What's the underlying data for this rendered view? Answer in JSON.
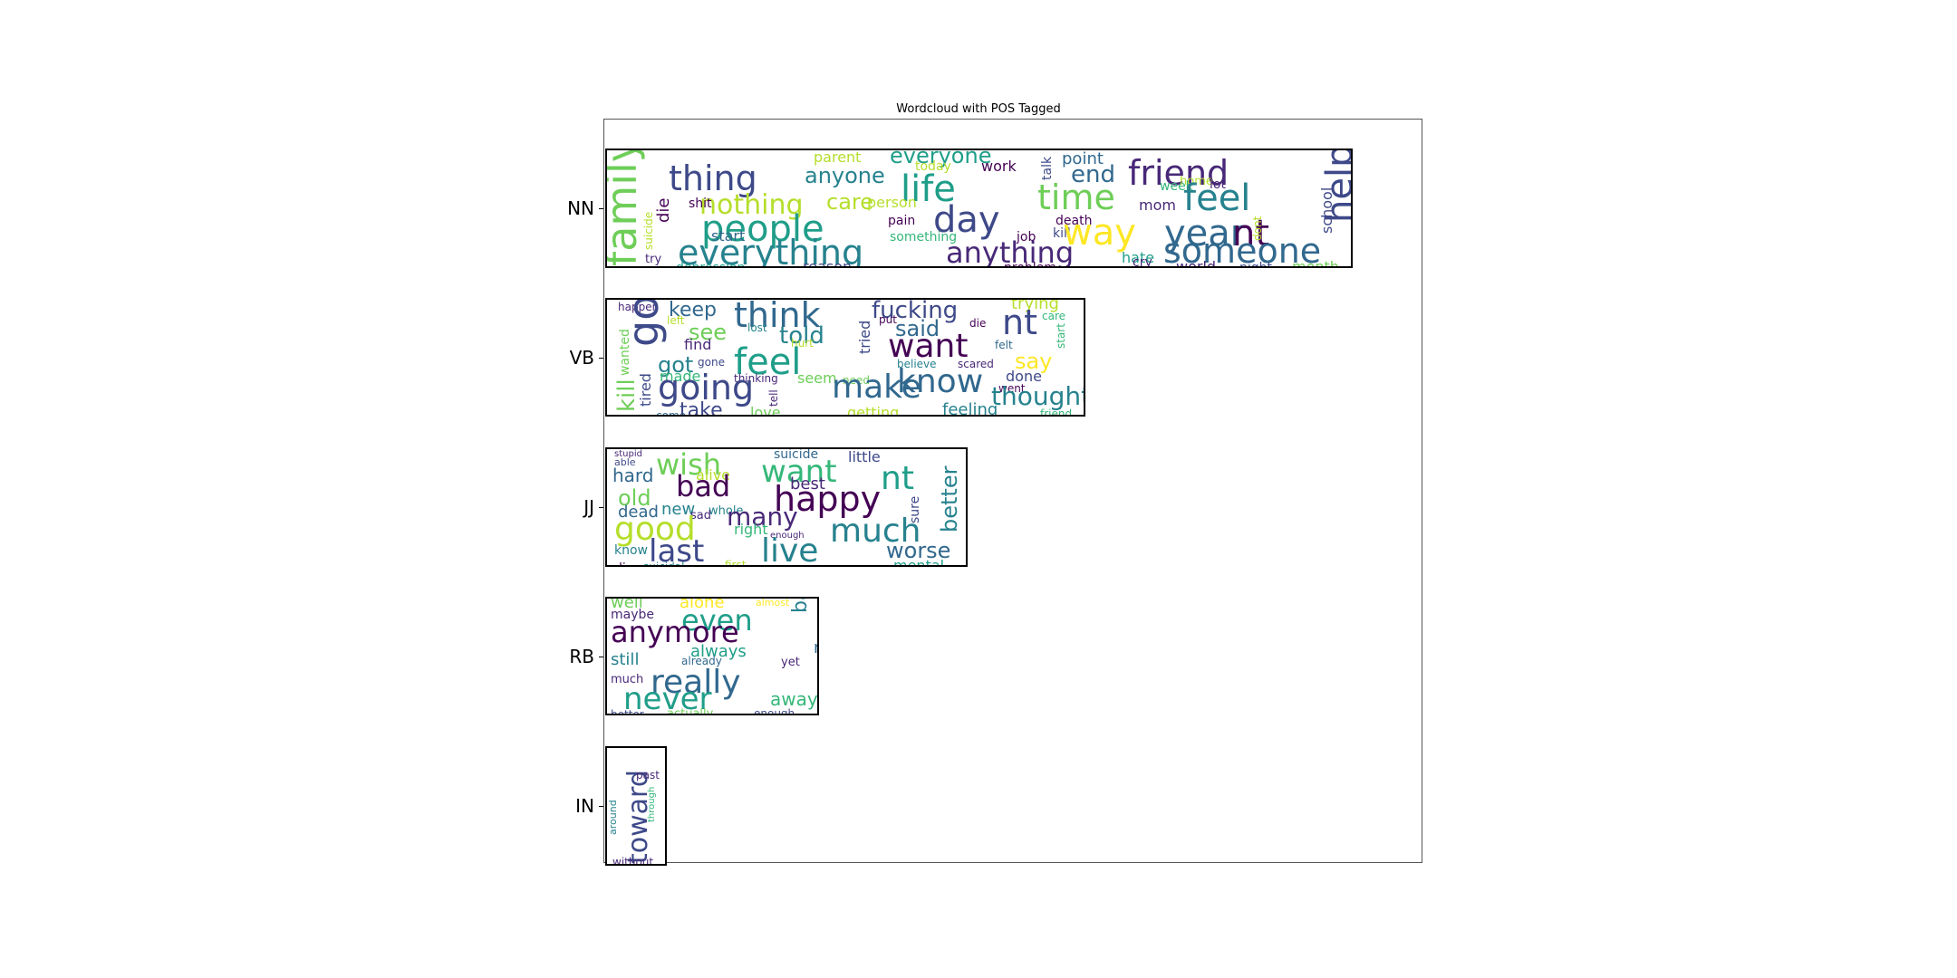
{
  "chart_data": {
    "type": "wordcloud",
    "title": "Wordcloud with POS Tagged",
    "categories": [
      "NN",
      "VB",
      "JJ",
      "RB",
      "IN"
    ],
    "palette": [
      "#440154",
      "#482878",
      "#3e4989",
      "#31688e",
      "#26828e",
      "#1f9e89",
      "#35b779",
      "#6ece58",
      "#b5de2b",
      "#fde725"
    ],
    "clouds": [
      {
        "tag": "NN",
        "words": [
          {
            "text": "family",
            "size": 46,
            "color": "#6ece58",
            "rot": -90
          },
          {
            "text": "thing",
            "size": 38,
            "color": "#3e4989"
          },
          {
            "text": "anyone",
            "size": 24,
            "color": "#26828e"
          },
          {
            "text": "everyone",
            "size": 24,
            "color": "#1f9e89"
          },
          {
            "text": "parent",
            "size": 16,
            "color": "#b5de2b"
          },
          {
            "text": "today",
            "size": 14,
            "color": "#b5de2b"
          },
          {
            "text": "work",
            "size": 16,
            "color": "#440154"
          },
          {
            "text": "talk",
            "size": 14,
            "color": "#3e4989",
            "rot": -90
          },
          {
            "text": "point",
            "size": 18,
            "color": "#31688e"
          },
          {
            "text": "end",
            "size": 26,
            "color": "#31688e"
          },
          {
            "text": "friend",
            "size": 38,
            "color": "#482878"
          },
          {
            "text": "help",
            "size": 40,
            "color": "#3e4989",
            "rot": -90
          },
          {
            "text": "nothing",
            "size": 30,
            "color": "#b5de2b"
          },
          {
            "text": "care",
            "size": 24,
            "color": "#b5de2b"
          },
          {
            "text": "life",
            "size": 40,
            "color": "#1f9e89"
          },
          {
            "text": "time",
            "size": 38,
            "color": "#6ece58"
          },
          {
            "text": "week",
            "size": 14,
            "color": "#35b779"
          },
          {
            "text": "home",
            "size": 13,
            "color": "#b5de2b"
          },
          {
            "text": "lot",
            "size": 14,
            "color": "#482878"
          },
          {
            "text": "feel",
            "size": 40,
            "color": "#26828e"
          },
          {
            "text": "school",
            "size": 16,
            "color": "#3e4989",
            "rot": -90
          },
          {
            "text": "die",
            "size": 18,
            "color": "#440154",
            "rot": -90
          },
          {
            "text": "shit",
            "size": 14,
            "color": "#440154"
          },
          {
            "text": "person",
            "size": 16,
            "color": "#b5de2b"
          },
          {
            "text": "mom",
            "size": 16,
            "color": "#482878"
          },
          {
            "text": "people",
            "size": 40,
            "color": "#1f9e89"
          },
          {
            "text": "day",
            "size": 40,
            "color": "#3e4989"
          },
          {
            "text": "pain",
            "size": 14,
            "color": "#440154"
          },
          {
            "text": "death",
            "size": 14,
            "color": "#440154"
          },
          {
            "text": "kill",
            "size": 14,
            "color": "#3e4989"
          },
          {
            "text": "way",
            "size": 40,
            "color": "#fde725"
          },
          {
            "text": "year",
            "size": 40,
            "color": "#31688e"
          },
          {
            "text": "nt",
            "size": 40,
            "color": "#440154"
          },
          {
            "text": "suicide",
            "size": 12,
            "color": "#b5de2b",
            "rot": -90
          },
          {
            "text": "start",
            "size": 16,
            "color": "#31688e"
          },
          {
            "text": "something",
            "size": 14,
            "color": "#35b779"
          },
          {
            "text": "job",
            "size": 14,
            "color": "#440154"
          },
          {
            "text": "dont",
            "size": 12,
            "color": "#b5de2b",
            "rot": -90
          },
          {
            "text": "everything",
            "size": 38,
            "color": "#26828e"
          },
          {
            "text": "anything",
            "size": 32,
            "color": "#482878"
          },
          {
            "text": "hate",
            "size": 16,
            "color": "#1f9e89"
          },
          {
            "text": "someone",
            "size": 38,
            "color": "#31688e"
          },
          {
            "text": "try",
            "size": 13,
            "color": "#482878"
          },
          {
            "text": "depression",
            "size": 14,
            "color": "#1f9e89"
          },
          {
            "text": "reason",
            "size": 16,
            "color": "#3e4989"
          },
          {
            "text": "problem",
            "size": 14,
            "color": "#440154"
          },
          {
            "text": "cry",
            "size": 14,
            "color": "#482878"
          },
          {
            "text": "world",
            "size": 16,
            "color": "#482878"
          },
          {
            "text": "night",
            "size": 14,
            "color": "#3e4989"
          },
          {
            "text": "month",
            "size": 16,
            "color": "#6ece58"
          }
        ]
      },
      {
        "tag": "VB",
        "words": [
          {
            "text": "happen",
            "size": 12,
            "color": "#482878"
          },
          {
            "text": "keep",
            "size": 22,
            "color": "#31688e"
          },
          {
            "text": "think",
            "size": 38,
            "color": "#31688e"
          },
          {
            "text": "fucking",
            "size": 26,
            "color": "#3e4989"
          },
          {
            "text": "trying",
            "size": 18,
            "color": "#b5de2b"
          },
          {
            "text": "care",
            "size": 12,
            "color": "#35b779"
          },
          {
            "text": "go",
            "size": 46,
            "color": "#3e4989",
            "rot": -90
          },
          {
            "text": "left",
            "size": 12,
            "color": "#b5de2b"
          },
          {
            "text": "see",
            "size": 24,
            "color": "#6ece58"
          },
          {
            "text": "lost",
            "size": 12,
            "color": "#26828e"
          },
          {
            "text": "told",
            "size": 26,
            "color": "#26828e"
          },
          {
            "text": "put",
            "size": 12,
            "color": "#440154"
          },
          {
            "text": "said",
            "size": 24,
            "color": "#31688e"
          },
          {
            "text": "die",
            "size": 12,
            "color": "#440154"
          },
          {
            "text": "nt",
            "size": 38,
            "color": "#3e4989"
          },
          {
            "text": "start",
            "size": 12,
            "color": "#35b779",
            "rot": -90
          },
          {
            "text": "wanted",
            "size": 14,
            "color": "#6ece58",
            "rot": -90
          },
          {
            "text": "find",
            "size": 16,
            "color": "#482878"
          },
          {
            "text": "hurt",
            "size": 12,
            "color": "#b5de2b"
          },
          {
            "text": "tried",
            "size": 16,
            "color": "#3e4989",
            "rot": -90
          },
          {
            "text": "want",
            "size": 36,
            "color": "#440154"
          },
          {
            "text": "felt",
            "size": 12,
            "color": "#31688e"
          },
          {
            "text": "got",
            "size": 24,
            "color": "#26828e"
          },
          {
            "text": "gone",
            "size": 12,
            "color": "#3e4989"
          },
          {
            "text": "feel",
            "size": 40,
            "color": "#1f9e89"
          },
          {
            "text": "believe",
            "size": 12,
            "color": "#26828e"
          },
          {
            "text": "scared",
            "size": 12,
            "color": "#482878"
          },
          {
            "text": "say",
            "size": 24,
            "color": "#fde725"
          },
          {
            "text": "kill",
            "size": 26,
            "color": "#6ece58",
            "rot": -90
          },
          {
            "text": "made",
            "size": 16,
            "color": "#35b779"
          },
          {
            "text": "thinking",
            "size": 12,
            "color": "#482878"
          },
          {
            "text": "seem",
            "size": 16,
            "color": "#6ece58"
          },
          {
            "text": "need",
            "size": 12,
            "color": "#6ece58"
          },
          {
            "text": "know",
            "size": 36,
            "color": "#31688e"
          },
          {
            "text": "done",
            "size": 16,
            "color": "#3e4989"
          },
          {
            "text": "tired",
            "size": 16,
            "color": "#3e4989",
            "rot": -90
          },
          {
            "text": "going",
            "size": 38,
            "color": "#3e4989"
          },
          {
            "text": "tell",
            "size": 12,
            "color": "#482878",
            "rot": -90
          },
          {
            "text": "make",
            "size": 36,
            "color": "#31688e"
          },
          {
            "text": "went",
            "size": 12,
            "color": "#440154"
          },
          {
            "text": "thought",
            "size": 28,
            "color": "#26828e"
          },
          {
            "text": "come",
            "size": 12,
            "color": "#31688e"
          },
          {
            "text": "take",
            "size": 22,
            "color": "#3e4989"
          },
          {
            "text": "love",
            "size": 16,
            "color": "#6ece58"
          },
          {
            "text": "getting",
            "size": 16,
            "color": "#b5de2b"
          },
          {
            "text": "feeling",
            "size": 18,
            "color": "#26828e"
          },
          {
            "text": "friend",
            "size": 12,
            "color": "#35b779"
          }
        ]
      },
      {
        "tag": "JJ",
        "words": [
          {
            "text": "stupid",
            "size": 10,
            "color": "#482878"
          },
          {
            "text": "able",
            "size": 11,
            "color": "#3e4989"
          },
          {
            "text": "wish",
            "size": 32,
            "color": "#6ece58"
          },
          {
            "text": "suicide",
            "size": 14,
            "color": "#31688e"
          },
          {
            "text": "little",
            "size": 16,
            "color": "#3e4989"
          },
          {
            "text": "hard",
            "size": 20,
            "color": "#31688e"
          },
          {
            "text": "alive",
            "size": 16,
            "color": "#b5de2b"
          },
          {
            "text": "want",
            "size": 34,
            "color": "#35b779"
          },
          {
            "text": "nt",
            "size": 36,
            "color": "#1f9e89"
          },
          {
            "text": "bad",
            "size": 32,
            "color": "#440154"
          },
          {
            "text": "best",
            "size": 18,
            "color": "#482878"
          },
          {
            "text": "better",
            "size": 24,
            "color": "#26828e",
            "rot": -90
          },
          {
            "text": "old",
            "size": 24,
            "color": "#6ece58"
          },
          {
            "text": "happy",
            "size": 38,
            "color": "#440154"
          },
          {
            "text": "dead",
            "size": 18,
            "color": "#31688e"
          },
          {
            "text": "new",
            "size": 18,
            "color": "#26828e"
          },
          {
            "text": "whole",
            "size": 13,
            "color": "#26828e"
          },
          {
            "text": "many",
            "size": 28,
            "color": "#482878"
          },
          {
            "text": "sure",
            "size": 14,
            "color": "#3e4989",
            "rot": -90
          },
          {
            "text": "sad",
            "size": 13,
            "color": "#482878"
          },
          {
            "text": "good",
            "size": 36,
            "color": "#b5de2b"
          },
          {
            "text": "right",
            "size": 16,
            "color": "#35b779"
          },
          {
            "text": "much",
            "size": 36,
            "color": "#26828e"
          },
          {
            "text": "enough",
            "size": 10,
            "color": "#482878"
          },
          {
            "text": "know",
            "size": 14,
            "color": "#26828e"
          },
          {
            "text": "last",
            "size": 34,
            "color": "#3e4989"
          },
          {
            "text": "live",
            "size": 36,
            "color": "#26828e"
          },
          {
            "text": "worse",
            "size": 24,
            "color": "#31688e"
          },
          {
            "text": "die",
            "size": 14,
            "color": "#440154"
          },
          {
            "text": "suicidal",
            "size": 12,
            "color": "#26828e"
          },
          {
            "text": "first",
            "size": 12,
            "color": "#b5de2b"
          },
          {
            "text": "mental",
            "size": 16,
            "color": "#1f9e89"
          }
        ]
      },
      {
        "tag": "RB",
        "words": [
          {
            "text": "well",
            "size": 18,
            "color": "#6ece58"
          },
          {
            "text": "alone",
            "size": 18,
            "color": "#fde725"
          },
          {
            "text": "almost",
            "size": 11,
            "color": "#fde725"
          },
          {
            "text": "maybe",
            "size": 14,
            "color": "#482878"
          },
          {
            "text": "even",
            "size": 32,
            "color": "#1f9e89"
          },
          {
            "text": "back",
            "size": 22,
            "color": "#26828e",
            "rot": -90
          },
          {
            "text": "anymore",
            "size": 32,
            "color": "#440154"
          },
          {
            "text": "always",
            "size": 18,
            "color": "#1f9e89"
          },
          {
            "text": "nt",
            "size": 18,
            "color": "#31688e"
          },
          {
            "text": "still",
            "size": 18,
            "color": "#26828e"
          },
          {
            "text": "already",
            "size": 12,
            "color": "#31688e"
          },
          {
            "text": "yet",
            "size": 13,
            "color": "#482878"
          },
          {
            "text": "much",
            "size": 13,
            "color": "#482878"
          },
          {
            "text": "really",
            "size": 36,
            "color": "#31688e"
          },
          {
            "text": "never",
            "size": 34,
            "color": "#1f9e89"
          },
          {
            "text": "away",
            "size": 20,
            "color": "#35b779"
          },
          {
            "text": "better",
            "size": 12,
            "color": "#3e4989"
          },
          {
            "text": "actually",
            "size": 13,
            "color": "#6ece58"
          },
          {
            "text": "enough",
            "size": 12,
            "color": "#3e4989"
          }
        ]
      },
      {
        "tag": "IN",
        "words": [
          {
            "text": "toward",
            "size": 30,
            "color": "#3e4989",
            "rot": -90
          },
          {
            "text": "past",
            "size": 12,
            "color": "#482878"
          },
          {
            "text": "around",
            "size": 11,
            "color": "#26828e",
            "rot": -90
          },
          {
            "text": "through",
            "size": 10,
            "color": "#35b779",
            "rot": -90
          },
          {
            "text": "without",
            "size": 12,
            "color": "#482878"
          }
        ]
      }
    ]
  }
}
